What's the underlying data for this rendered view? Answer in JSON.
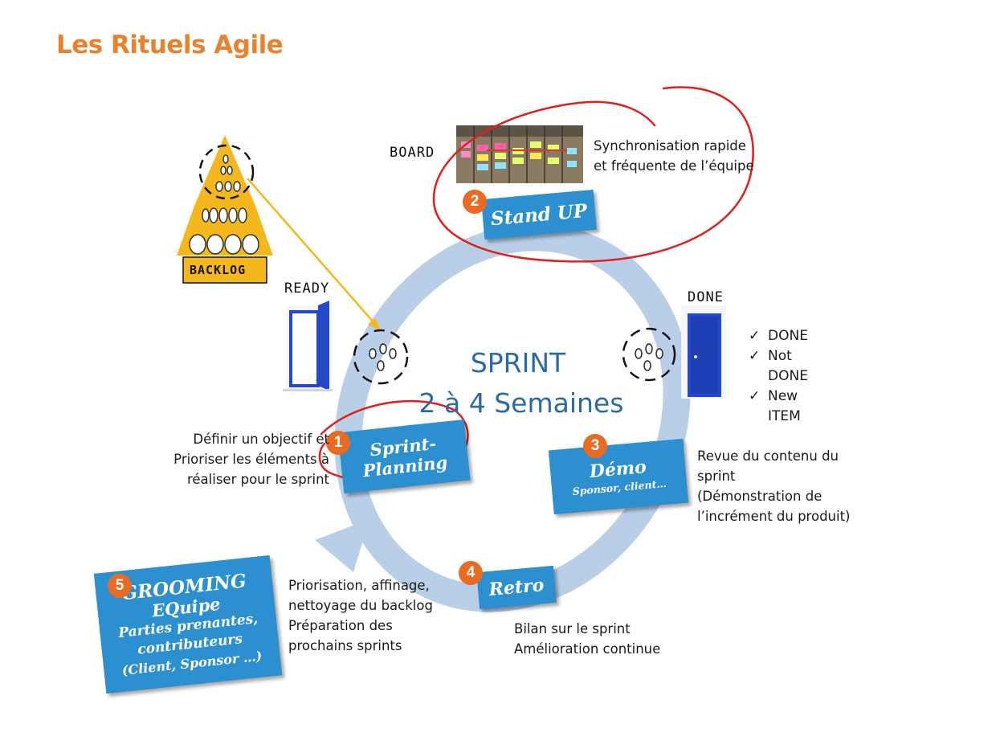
{
  "title": "Les Rituels Agile",
  "sprint": {
    "line1": "SPRINT",
    "line2": "2 à 4 Semaines"
  },
  "labels": {
    "board": "BOARD",
    "ready": "READY",
    "done": "DONE",
    "backlog": "BACKLOG"
  },
  "rituals": {
    "planning": {
      "number": "1",
      "line1": "Sprint-",
      "line2": "Planning",
      "desc": [
        "Définir un objectif et",
        "Prioriser les éléments à",
        "réaliser pour le sprint"
      ]
    },
    "standup": {
      "number": "2",
      "label": "Stand UP",
      "desc": [
        "Synchronisation rapide",
        "et fréquente de l’équipe"
      ]
    },
    "demo": {
      "number": "3",
      "label": "Démo",
      "sub": "Sponsor, client…",
      "desc": [
        "Revue du contenu du",
        "sprint",
        "(Démonstration de",
        "l’incrément du produit)"
      ]
    },
    "retro": {
      "number": "4",
      "label": "Retro",
      "desc": [
        "Bilan sur le sprint",
        "Amélioration continue"
      ]
    },
    "grooming": {
      "number": "5",
      "lines": [
        "GROOMING",
        "EQuipe",
        "Parties prenantes,",
        "contributeurs",
        "(Client, Sponsor …)"
      ],
      "desc": [
        "Priorisation, affinage,",
        "nettoyage du backlog",
        "Préparation des",
        "prochains sprints"
      ]
    }
  },
  "done_list": {
    "check": "✓",
    "items": [
      [
        "DONE"
      ],
      [
        "Not",
        "DONE"
      ],
      [
        "New",
        "ITEM"
      ]
    ]
  },
  "colors": {
    "title": "#e8822f",
    "card": "#2b8fd0",
    "badge": "#e96b22",
    "cycle": "#b9cfe8",
    "annotation": "#e0201c",
    "sprint_text": "#2b6aa3",
    "door": "#2348c8",
    "pyramid": "#f5b81c"
  }
}
